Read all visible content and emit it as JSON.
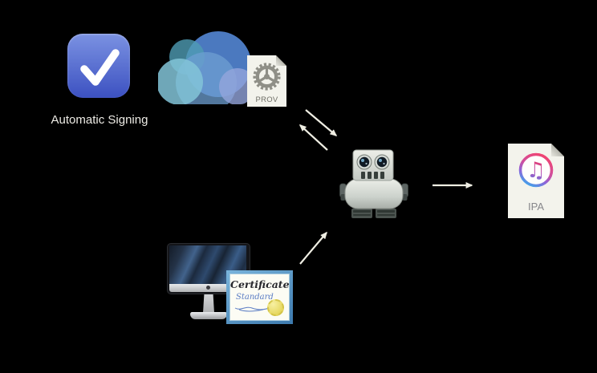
{
  "nodes": {
    "automatic_signing": {
      "label": "Automatic Signing",
      "icon": "checkmark-icon"
    },
    "icloud": {
      "icon": "icloud-cloud-icon"
    },
    "provisioning_profile": {
      "label": "PROV",
      "icon": "gear-file-icon"
    },
    "robot": {
      "icon": "automator-robot-icon"
    },
    "ipa": {
      "label": "IPA",
      "icon": "itunes-file-icon"
    },
    "mac": {
      "icon": "imac-icon"
    },
    "certificate": {
      "title": "Certificate",
      "subtitle": "Standard",
      "icon": "certificate-seal-icon"
    }
  },
  "edges": [
    {
      "from": "provisioning_profile",
      "to": "robot",
      "bidirectional": true
    },
    {
      "from": "mac_certificate",
      "to": "robot",
      "bidirectional": false
    },
    {
      "from": "robot",
      "to": "ipa",
      "bidirectional": false
    }
  ],
  "colors": {
    "background": "#000000",
    "arrow": "#efeee3",
    "label_text": "#edebe5",
    "check_top": "#7b92e2",
    "check_bottom": "#3c51c1",
    "doc_bg": "#f3f3ec",
    "doc_text": "#6e6e66",
    "gear_gray": "#8f8f87",
    "cloud_deep_blue": "#4f7fc9",
    "cloud_teal": "#4f9cb4",
    "cloud_light_teal": "#82c4d8",
    "cloud_soft_blue": "#6d9fd2",
    "cloud_periwinkle": "#93a5dc",
    "itunes_pink": "#f2436e",
    "itunes_blue": "#3fa4ea",
    "ipa_text": "#87878b",
    "cert_frame": "#3c79ad",
    "cert_title": "#26262c",
    "cert_script": "#5b7dc4",
    "seal_yellow": "#e6d75e"
  }
}
